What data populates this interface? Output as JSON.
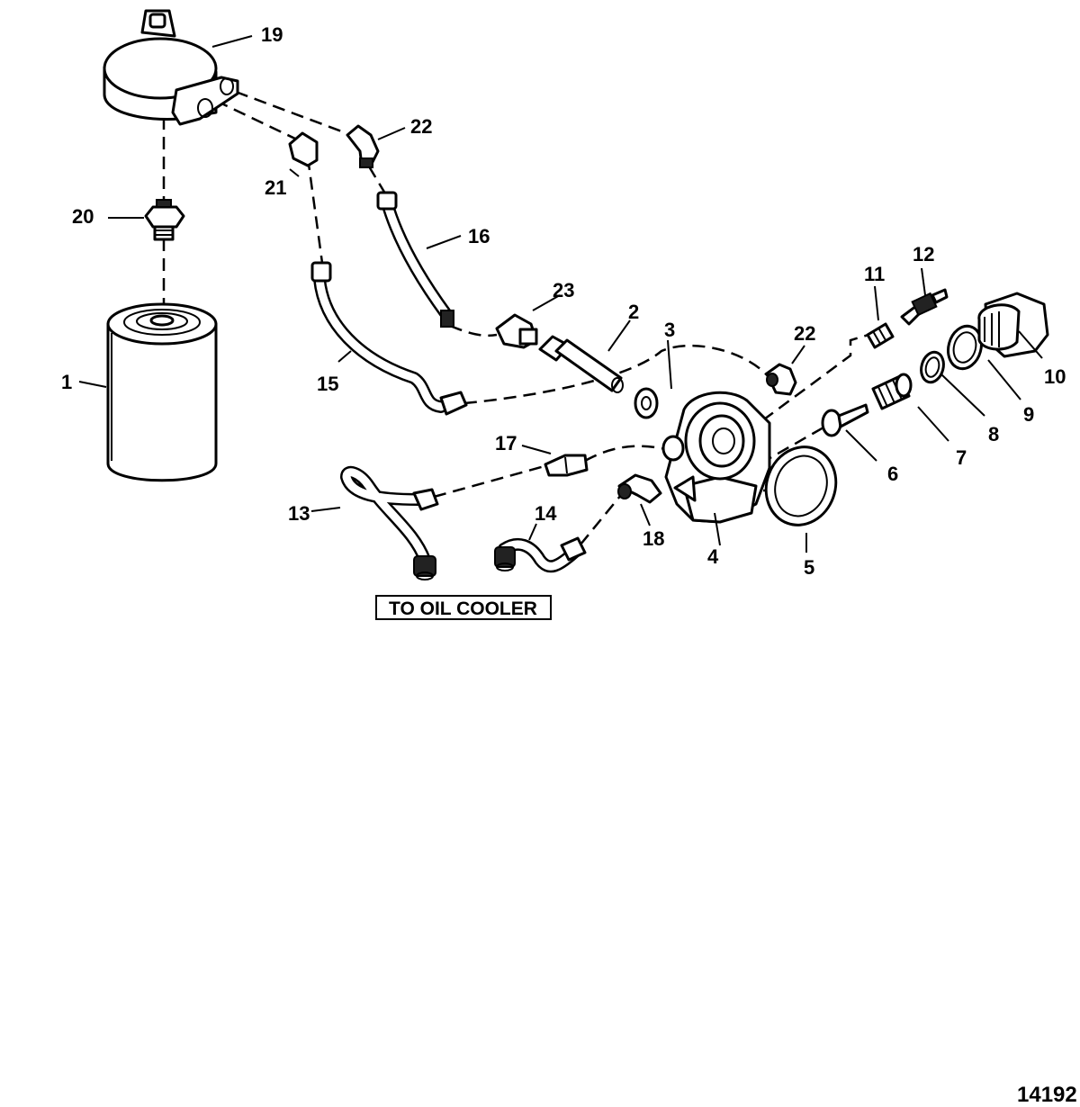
{
  "diagram": {
    "figure_number": "14192",
    "note_label": "TO OIL COOLER",
    "callouts": {
      "c1": "1",
      "c2": "2",
      "c3": "3",
      "c4": "4",
      "c5": "5",
      "c6": "6",
      "c7": "7",
      "c8": "8",
      "c9": "9",
      "c10": "10",
      "c11": "11",
      "c12": "12",
      "c13": "13",
      "c14": "14",
      "c15": "15",
      "c16": "16",
      "c17": "17",
      "c18": "18",
      "c19": "19",
      "c20": "20",
      "c21": "21",
      "c22a": "22",
      "c22b": "22",
      "c23": "23"
    }
  }
}
